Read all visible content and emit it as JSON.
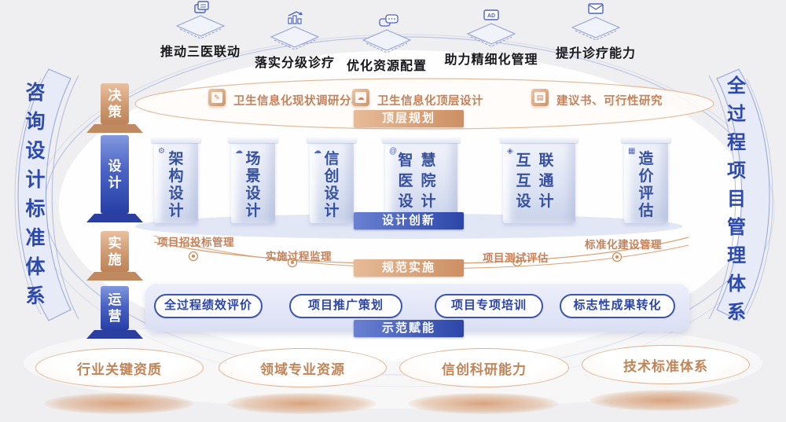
{
  "colors": {
    "background": "#efeff1",
    "accent_blue": "#2e4bb0",
    "accent_tan": "#c4825c",
    "banner_blue": "#3a54b4",
    "banner_tan": "#d49a72"
  },
  "top_goals": [
    {
      "label": "推动三医联动",
      "icon": "documents-icon"
    },
    {
      "label": "落实分级诊疗",
      "icon": "chart-growth-icon"
    },
    {
      "label": "优化资源配置",
      "icon": "chat-bubbles-icon"
    },
    {
      "label": "助力精细化管理",
      "icon": "ad-screen-icon"
    },
    {
      "label": "提升诊疗能力",
      "icon": "mail-icon"
    }
  ],
  "side_bands": {
    "left": "咨询设计标准体系",
    "right": "全过程项目管理体系"
  },
  "stages": [
    {
      "label": "决策"
    },
    {
      "label": "设计"
    },
    {
      "label": "实施"
    },
    {
      "label": "运营"
    }
  ],
  "decision_row": {
    "items": [
      "卫生信息化现状调研分析",
      "卫生信息化顶层设计",
      "建议书、可行性研究"
    ],
    "icons": [
      "✎",
      "☁",
      "▤"
    ],
    "banner": "顶层规划"
  },
  "design_row": {
    "pillars": [
      {
        "label": "架构设计",
        "icon": "gear-icon",
        "glyph": "⚙"
      },
      {
        "label": "场景设计",
        "icon": "cloud-icon",
        "glyph": "☁"
      },
      {
        "label": "信创设计",
        "icon": "cloud-icon",
        "glyph": "☁"
      },
      {
        "label": "智慧医院设计",
        "icon": "at-icon",
        "glyph": "@"
      },
      {
        "label": "互联互通设计",
        "icon": "shield-icon",
        "glyph": "◈"
      },
      {
        "label": "造价评估",
        "icon": "calculator-icon",
        "glyph": "▦"
      }
    ],
    "banner": "设计创新"
  },
  "implementation_row": {
    "items": [
      "项目招投标管理",
      "实施过程监理",
      "项目测试评估",
      "标准化建设管理"
    ],
    "banner": "规范实施"
  },
  "operation_row": {
    "pills": [
      "全过程绩效评价",
      "项目推广策划",
      "项目专项培训",
      "标志性成果转化"
    ],
    "banner": "示范赋能"
  },
  "foundation": [
    "行业关键资质",
    "领域专业资源",
    "信创科研能力",
    "技术标准体系"
  ]
}
